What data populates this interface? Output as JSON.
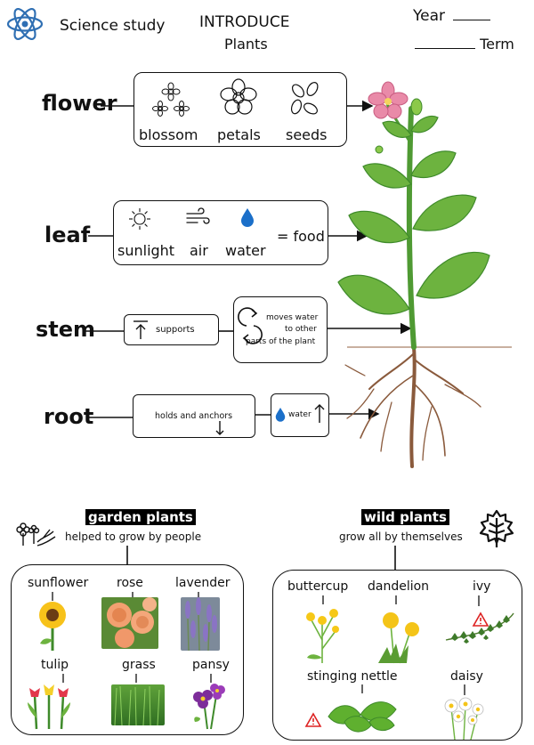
{
  "header": {
    "subject": "Science study",
    "title_line1": "INTRODUCE",
    "title_line2": "Plants",
    "year_label": "Year",
    "term_label": "Term"
  },
  "parts": {
    "flower": {
      "label": "flower",
      "items": [
        "blossom",
        "petals",
        "seeds"
      ]
    },
    "leaf": {
      "label": "leaf",
      "items": [
        "sunlight",
        "air",
        "water"
      ],
      "result": "= food"
    },
    "stem": {
      "label": "stem",
      "box1": "supports",
      "box2_lines": [
        "moves water",
        "to other",
        "parts of the plant"
      ]
    },
    "root": {
      "label": "root",
      "box1": "holds and anchors",
      "box2": "water"
    }
  },
  "garden": {
    "title": "garden plants",
    "subtitle": "helped to grow by people",
    "items": [
      "sunflower",
      "rose",
      "lavender",
      "tulip",
      "grass",
      "pansy"
    ]
  },
  "wild": {
    "title": "wild plants",
    "subtitle": "grow all by themselves",
    "items": [
      "buttercup",
      "dandelion",
      "ivy",
      "stinging nettle",
      "daisy"
    ]
  },
  "colors": {
    "atom_icon": "#2f6fb3",
    "leaf_green": "#6db33f",
    "leaf_dark": "#3e8a2a",
    "stem_green": "#4f9a33",
    "root_brown": "#8a5a3c",
    "flower_pink": "#e98aa8",
    "water_blue": "#1b6fc9",
    "warning_red": "#d22"
  },
  "icons": {
    "subject": "atom-icon",
    "flower_items": [
      "blossom-icon",
      "petals-icon",
      "seeds-icon"
    ],
    "leaf_items": [
      "sun-icon",
      "wind-icon",
      "water-drop-icon"
    ],
    "garden": "hand-flower-icon",
    "wild": "wild-leaf-icon"
  }
}
